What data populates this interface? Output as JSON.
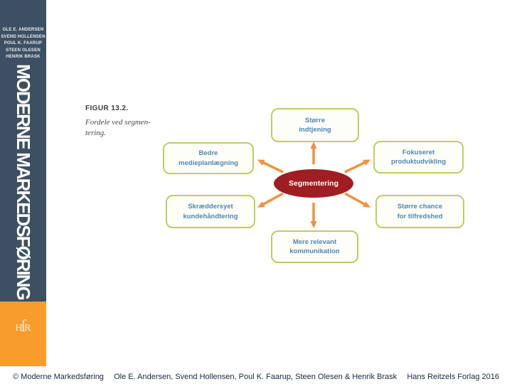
{
  "cover": {
    "authors": [
      "OLE E. ANDERSEN",
      "SVEND HOLLENSEN",
      "POUL K. FAARUP",
      "STEEN OLESEN",
      "HENRIK BRASK"
    ],
    "title": "MODERNE MARKEDSFØRING"
  },
  "publisher_logo": {
    "parts": [
      "H",
      "ſ",
      "R"
    ]
  },
  "figure": {
    "label": "FIGUR 13.2.",
    "caption_lines": [
      "Fordele ved segmen-",
      "tering."
    ],
    "center_node": "Segmentering",
    "benefits": [
      {
        "id": "top",
        "lines": [
          "Større",
          "indtjening"
        ]
      },
      {
        "id": "upper-left",
        "lines": [
          "Bedre",
          "medieplanlægning"
        ]
      },
      {
        "id": "upper-right",
        "lines": [
          "Fokuseret",
          "produktudvikling"
        ]
      },
      {
        "id": "lower-left",
        "lines": [
          "Skræddersyet",
          "kundehåndtering"
        ]
      },
      {
        "id": "lower-right",
        "lines": [
          "Større chance",
          "for tilfredshed"
        ]
      },
      {
        "id": "bottom",
        "lines": [
          "Mere relevant",
          "kommunikation"
        ]
      }
    ]
  },
  "footer": {
    "copyright": "© Moderne Markedsføring",
    "authors_line": "Ole E. Andersen, Svend Hollensen, Poul K. Faarup, Steen Olesen & Henrik Brask",
    "publisher": "Hans Reitzels Forlag 2016"
  },
  "colors": {
    "cover_blue": "#3D4F63",
    "accent_orange": "#F89C2E",
    "logo_cream": "#F2EBD4",
    "arrow_orange": "#F0923E",
    "node_red": "#A01D21",
    "box_border_green": "#C2CB5E",
    "box_text_blue": "#4E87B0",
    "footer_text": "#1B2742"
  }
}
